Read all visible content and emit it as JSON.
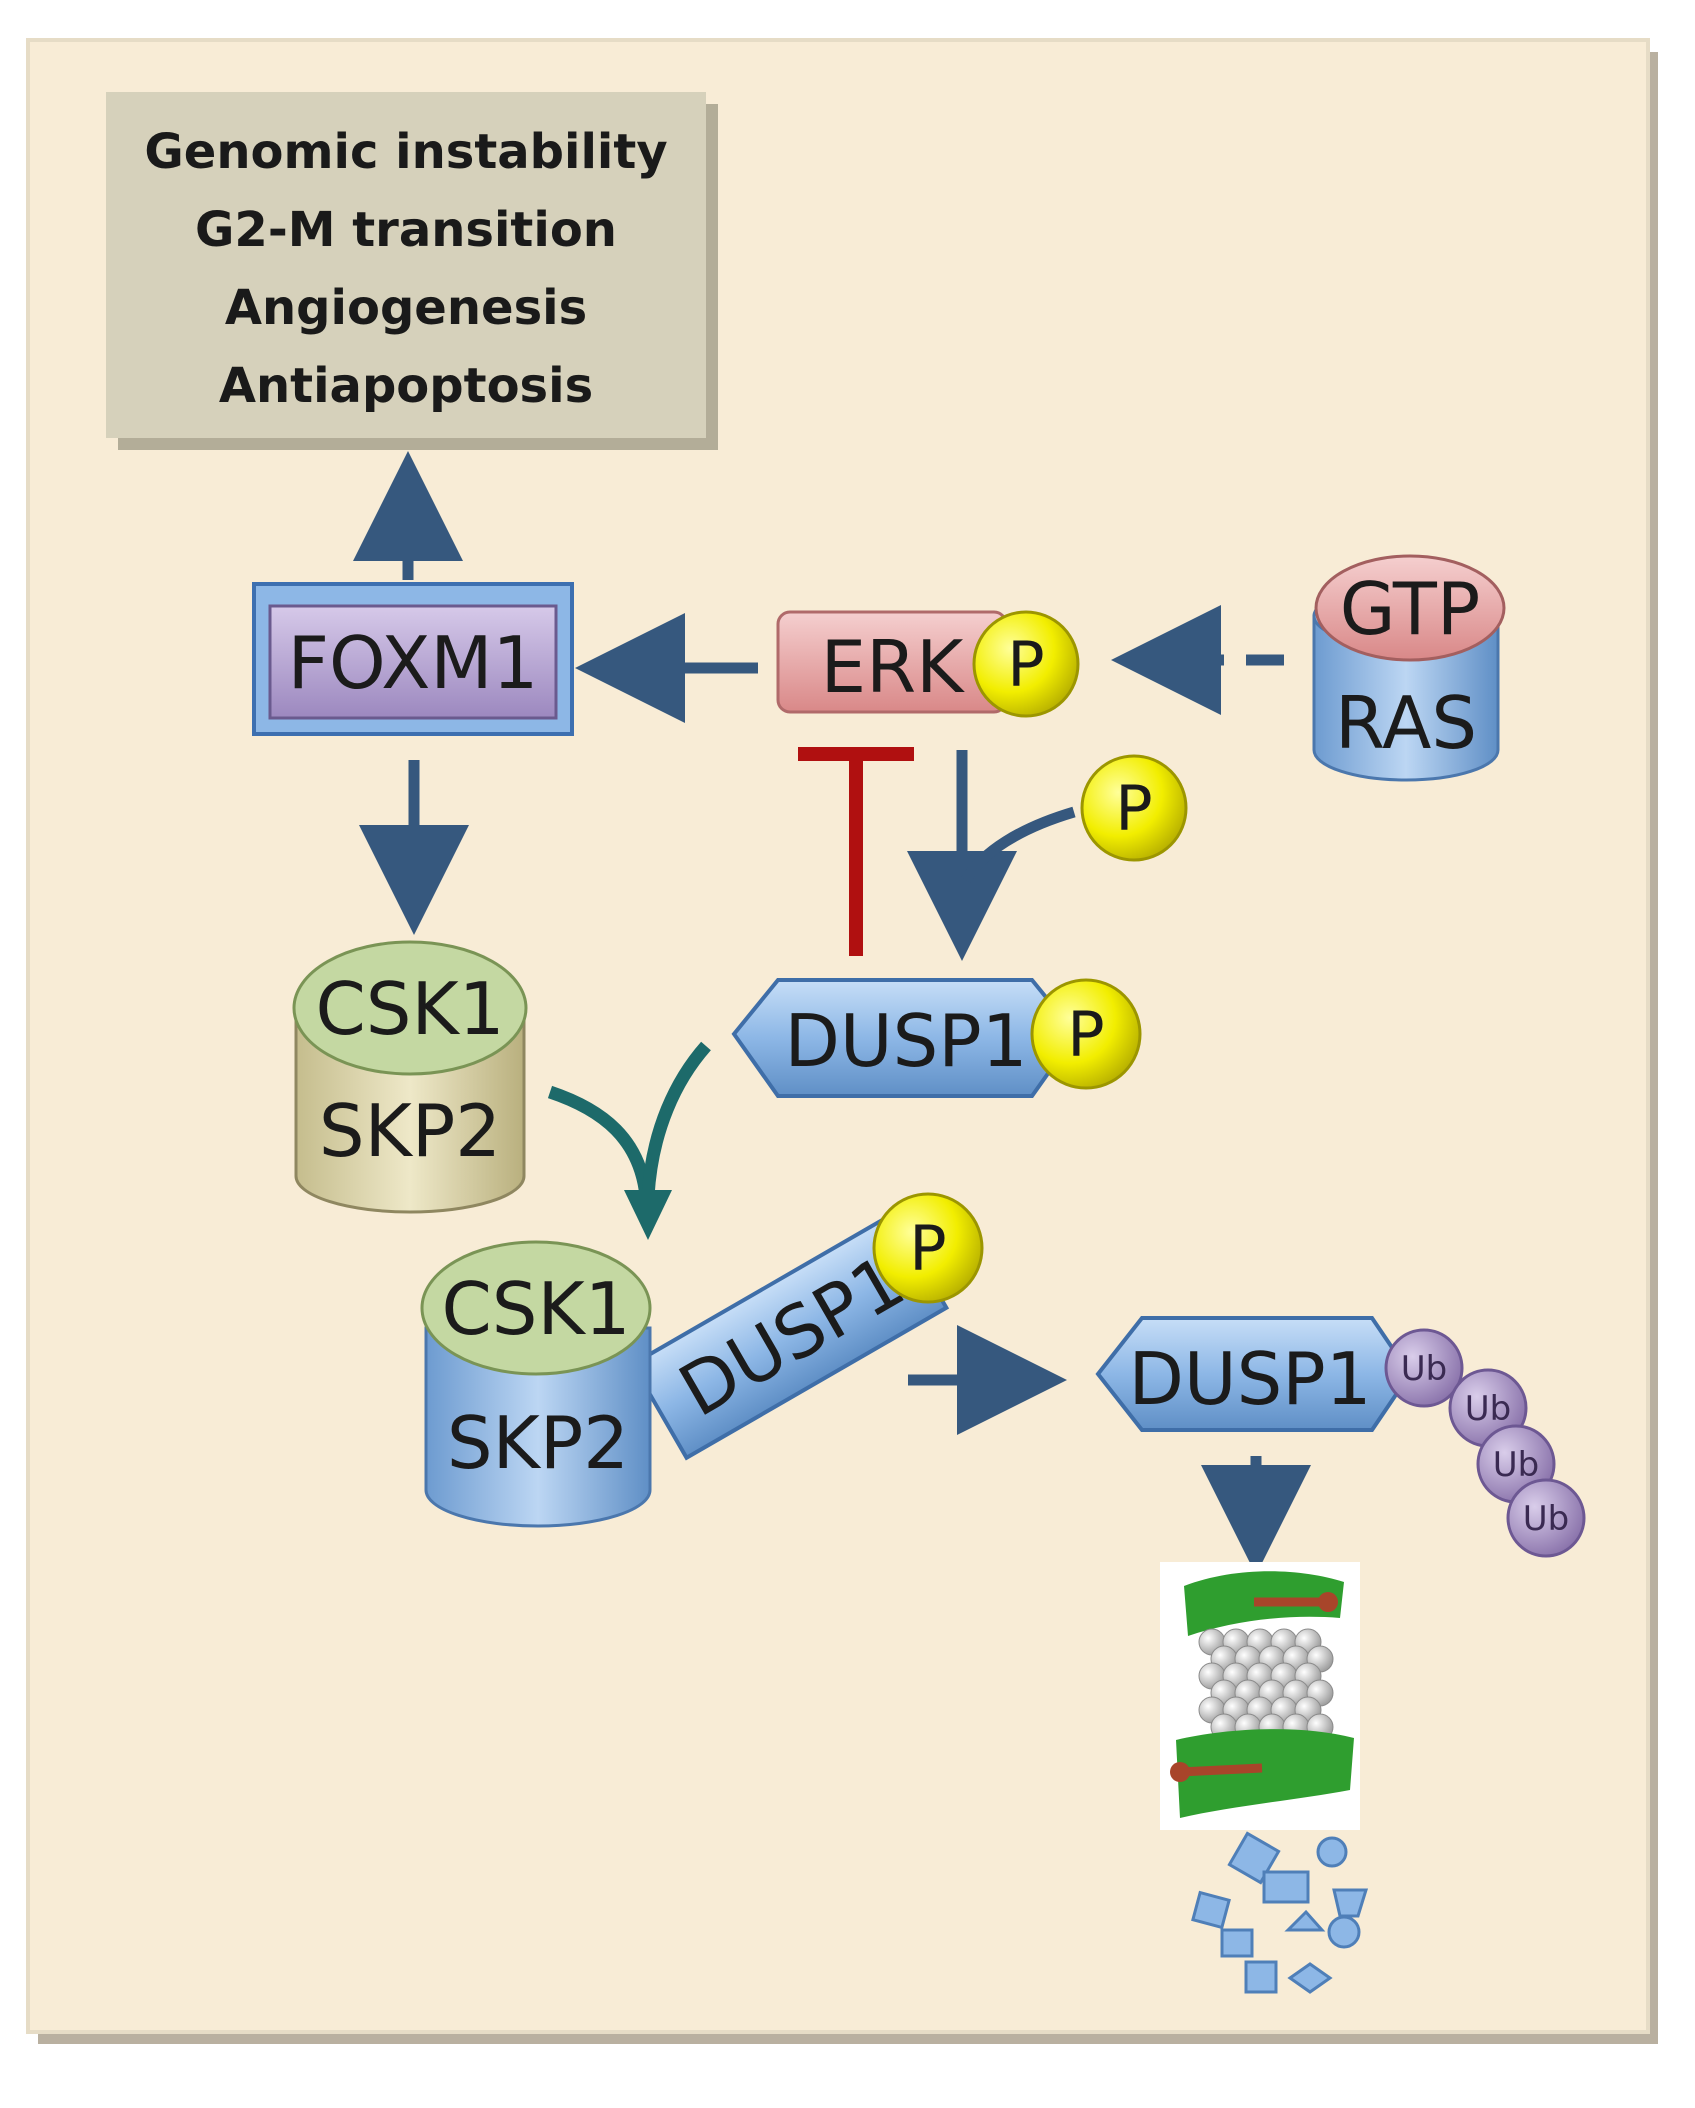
{
  "outcomes": [
    "Genomic instability",
    "G2-M transition",
    "Angiogenesis",
    "Antiapoptosis"
  ],
  "nodes": {
    "foxm1": "FOXM1",
    "erk": "ERK",
    "gtp": "GTP",
    "ras": "RAS",
    "dusp1": "DUSP1",
    "csk1": "CSK1",
    "skp2": "SKP2",
    "complex_csk1": "CSK1",
    "complex_skp2": "SKP2",
    "complex_dusp1": "DUSP1",
    "ub_dusp1": "DUSP1"
  },
  "phospho_label": "P",
  "ubiquitin_label": "Ub",
  "colors": {
    "canvas": "#f8ecd6",
    "outcome_box": "#d6d1bb",
    "foxm1_fill": "#b8a6d2",
    "erk_fill": "#e7a3a3",
    "dusp_fill": "#8db7e6",
    "phospho": "#f2ee00",
    "csk1_fill": "#c4d8a2",
    "skp2_fill": "#ddd6ae",
    "ubiquitin": "#a48fc0",
    "arrow": "#36587e",
    "inhibition": "#b01010",
    "proteasome_cap": "#2f9e2f"
  }
}
